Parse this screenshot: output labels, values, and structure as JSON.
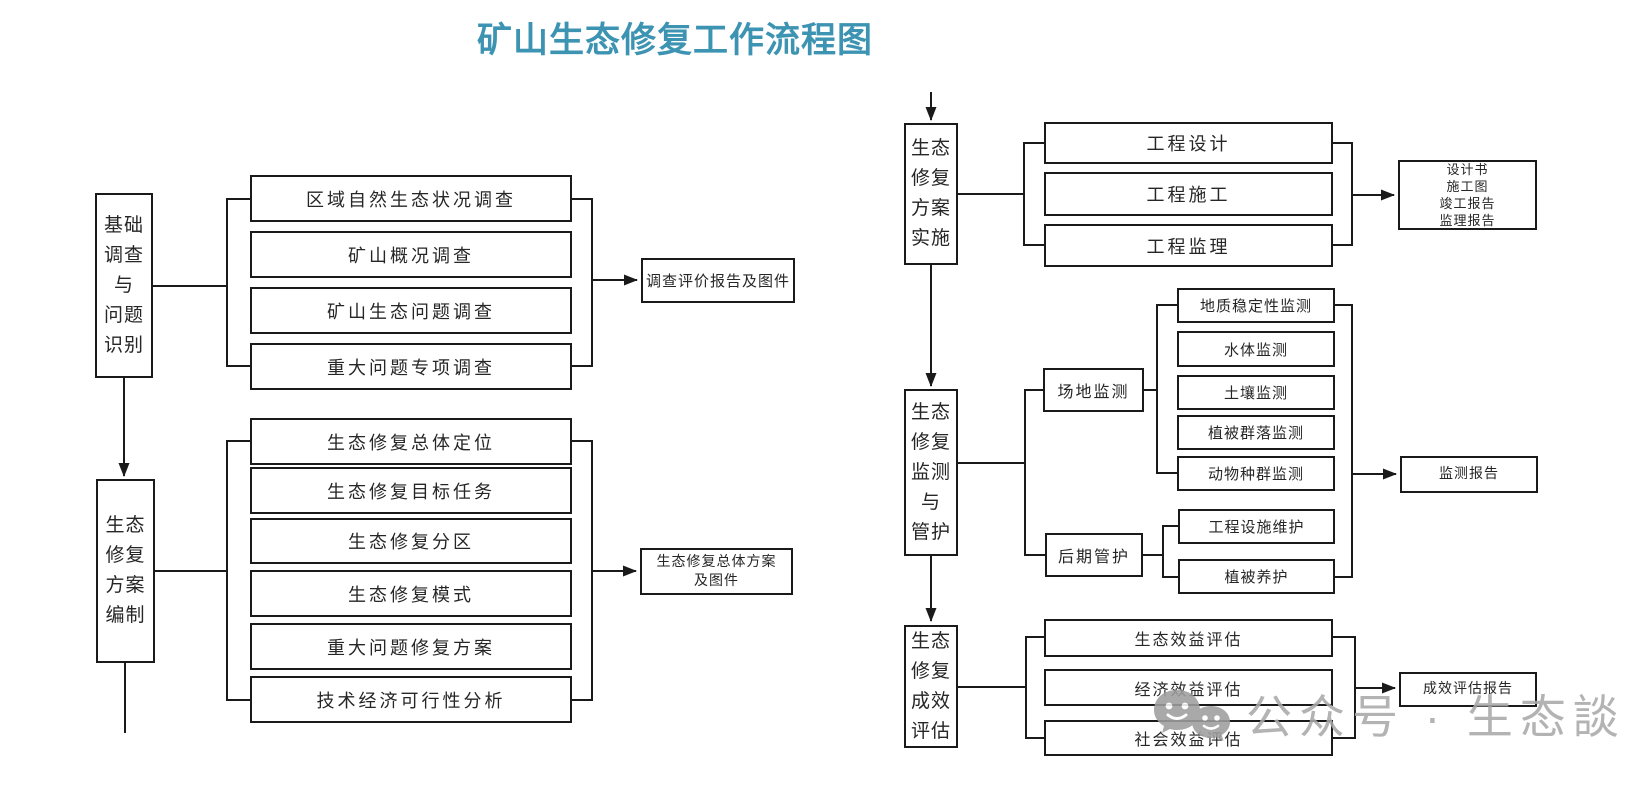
{
  "title": "矿山生态修复工作流程图",
  "stage1": {
    "label": "基础\n调查\n与\n问题\n识别",
    "children": [
      "区域自然生态状况调查",
      "矿山概况调查",
      "矿山生态问题调查",
      "重大问题专项调查"
    ],
    "output": "调查评价报告及图件"
  },
  "stage2": {
    "label": "生态\n修复\n方案\n编制",
    "children": [
      "生态修复总体定位",
      "生态修复目标任务",
      "生态修复分区",
      "生态修复模式",
      "重大问题修复方案",
      "技术经济可行性分析"
    ],
    "output": "生态修复总体方案\n及图件"
  },
  "stage3": {
    "label": "生态\n修复\n方案\n实施",
    "children": [
      "工程设计",
      "工程施工",
      "工程监理"
    ],
    "output": "设计书\n施工图\n竣工报告\n监理报告"
  },
  "stage4": {
    "label": "生态\n修复\n监测\n与\n管护",
    "groups": [
      {
        "label": "场地监测",
        "children": [
          "地质稳定性监测",
          "水体监测",
          "土壤监测",
          "植被群落监测",
          "动物种群监测"
        ]
      },
      {
        "label": "后期管护",
        "children": [
          "工程设施维护",
          "植被养护"
        ]
      }
    ],
    "output": "监测报告"
  },
  "stage5": {
    "label": "生态\n修复\n成效\n评估",
    "children": [
      "生态效益评估",
      "经济效益评估",
      "社会效益评估"
    ],
    "output": "成效评估报告"
  },
  "watermark": {
    "icon": "wechat-icon",
    "text": "公众号 · 生态談"
  },
  "colors": {
    "title": "#3D93B2",
    "line": "#1a1a1a",
    "watermark": "#a9a9a9"
  }
}
